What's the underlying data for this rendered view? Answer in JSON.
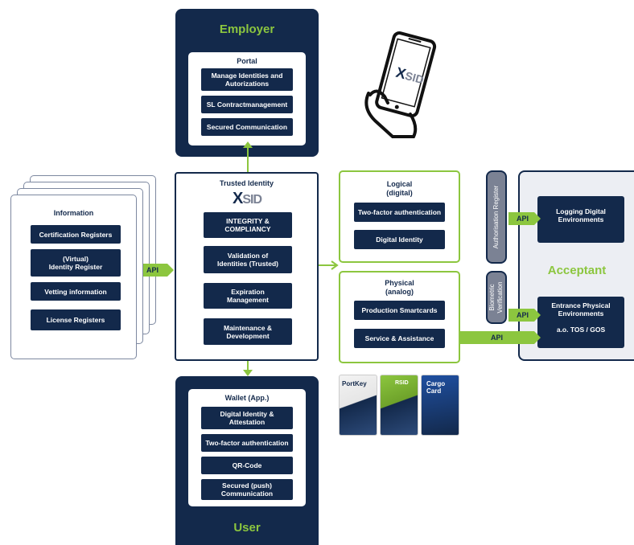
{
  "employer": {
    "title": "Employer",
    "portal_title": "Portal",
    "items": [
      "Manage Identities and\nAutorizations",
      "SL Contractmanagement",
      "Secured Communication"
    ]
  },
  "information": {
    "title": "Information",
    "items": [
      "Certification Registers",
      "(Virtual)\nIdentity Register",
      "Vetting information",
      "License Registers"
    ]
  },
  "api_label": "API",
  "trusted": {
    "title": "Trusted Identity",
    "logo_text": "XSID",
    "items": [
      "INTEGRITY &\nCOMPLIANCY",
      "Validation of\nIdentities (Trusted)",
      "Expiration\nManagement",
      "Maintenance &\nDevelopment"
    ]
  },
  "logical": {
    "title": "Logical\n(digital)",
    "items": [
      "Two-factor authentication",
      "Digital Identity"
    ]
  },
  "physical": {
    "title": "Physical\n(analog)",
    "items": [
      "Production Smartcards",
      "Service & Assistance"
    ]
  },
  "acceptant": {
    "title": "Acceptant",
    "authorisation_register": "Authorisation Register",
    "biometric_verification": "Biometric\nVerification",
    "logging": "Logging Digital\nEnvironments",
    "entrance": "Entrance Physical\nEnvironments",
    "entrance_sub": "a.o. TOS / GOS"
  },
  "user": {
    "title": "User",
    "wallet_title": "Wallet (App.)",
    "items": [
      "Digital Identity &\nAttestation",
      "Two-factor authentication",
      "QR-Code",
      "Secured (push)\nCommunication"
    ]
  },
  "cards": [
    "PortKey",
    "RSID",
    "Cargo Card"
  ],
  "colors": {
    "navy": "#13294b",
    "green": "#8cc63f",
    "gray": "#7b8294",
    "light": "#eceef3"
  }
}
